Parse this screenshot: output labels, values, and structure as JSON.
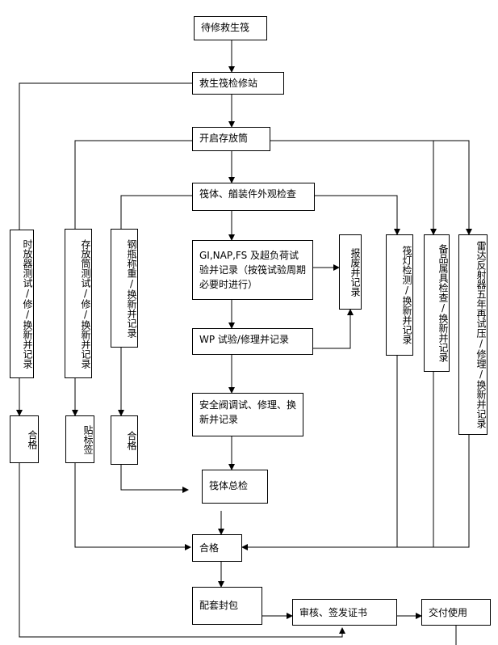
{
  "nodes": {
    "pending_raft": "待修救生筏",
    "service_station": "救生筏检修站",
    "open_container": "开启存放筒",
    "visual_check": "筏体、艏装件外观检查",
    "gi_test": "GI,NAP,FS 及超负荷试验并记录（按筏试验周期必要时进行）",
    "wp_test": "WP 试验/修理并记录",
    "safety_valve": "安全阀调试、修理、换新并记录",
    "final_check": "筏体总检",
    "qualified_main": "合格",
    "match_pack": "配套封包",
    "review_cert": "审核、签发证书",
    "deliver": "交付使用",
    "scrap_record": "报废并记录",
    "release_test": "时放器测试/修/换新并记录",
    "container_test": "存放筒测试/修/换新并记录",
    "cylinder_weigh": "钢瓶称重/换新并记录",
    "lamp_test": "筏灯检测/换新并记录",
    "spares_check": "备品属具检查/换新并记录",
    "radar_test": "雷达反射器五年再试压/修理/换新并记录",
    "qualified_1": "合格",
    "label": "贴标签",
    "qualified_2": "合格"
  }
}
